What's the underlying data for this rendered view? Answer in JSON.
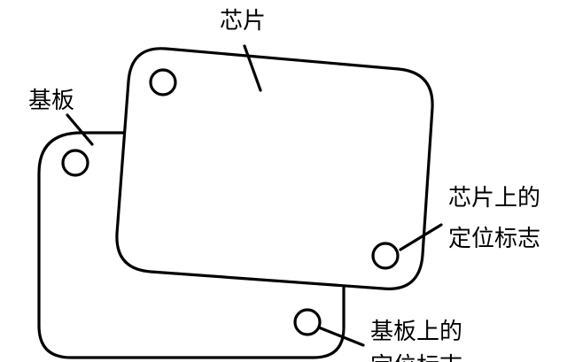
{
  "labels": {
    "chip": "芯片",
    "substrate": "基板",
    "chip_mark_line1": "芯片上的",
    "chip_mark_line2": "定位标志",
    "substrate_mark_line1": "基板上的",
    "substrate_mark_line2": "定位标志"
  },
  "colors": {
    "stroke": "#000000",
    "background": "#ffffff"
  }
}
